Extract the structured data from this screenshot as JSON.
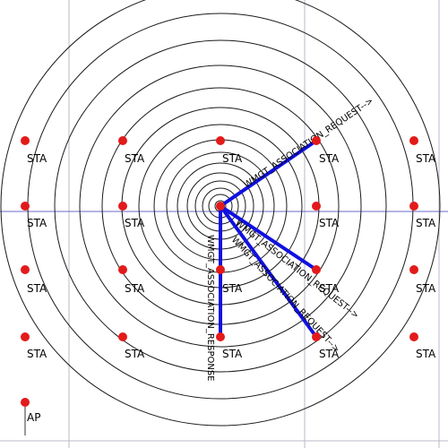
{
  "colors": {
    "background": "#ffffff",
    "grid": "#b8b8c8",
    "axis": "#6b6bc8",
    "ring": "#1a1a1a",
    "node": "#e31a1a",
    "link": "#1010e0",
    "label": "#000000"
  },
  "labels": {
    "station": "STA",
    "access_point": "AP",
    "request": "WMGT_ASSOCIATION_REQUEST-->",
    "response": "WMGT_ASSOCIATION_RESPONSE"
  }
}
